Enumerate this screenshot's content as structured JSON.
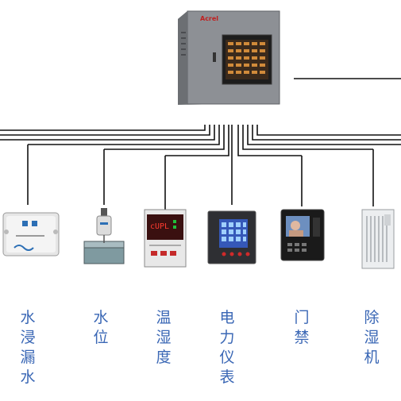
{
  "cabinet": {
    "brand_text": "Acrel"
  },
  "devices": [
    {
      "id": "water-leak",
      "label": "水\n浸\n漏\n水",
      "icon": "water-leak-sensor-icon"
    },
    {
      "id": "water-level",
      "label": "水\n位",
      "icon": "water-level-sensor-icon"
    },
    {
      "id": "temp-humidity",
      "label": "温\n湿\n度",
      "icon": "temp-humidity-controller-icon"
    },
    {
      "id": "power-meter",
      "label": "电\n力\n仪\n表",
      "icon": "power-meter-icon"
    },
    {
      "id": "access-control",
      "label": "门\n禁",
      "icon": "access-control-panel-icon"
    },
    {
      "id": "dehumidifier",
      "label": "除\n湿\n机",
      "icon": "dehumidifier-icon"
    }
  ],
  "colors": {
    "label": "#3a67b5",
    "line": "#111111",
    "cabinet": "#8a8d92"
  }
}
